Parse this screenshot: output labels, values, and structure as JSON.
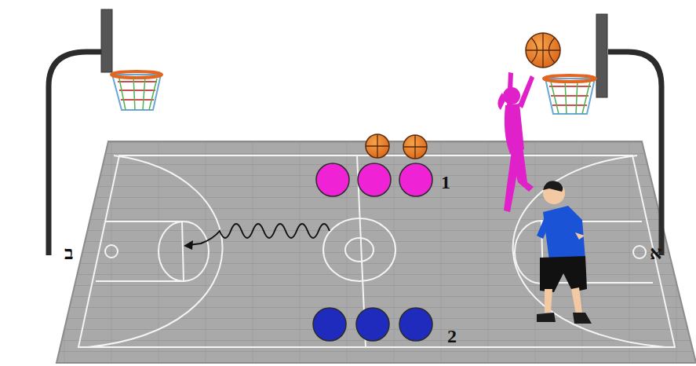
{
  "diagram": {
    "labels": [
      "1",
      "ב",
      "א",
      "2"
    ]
  }
}
